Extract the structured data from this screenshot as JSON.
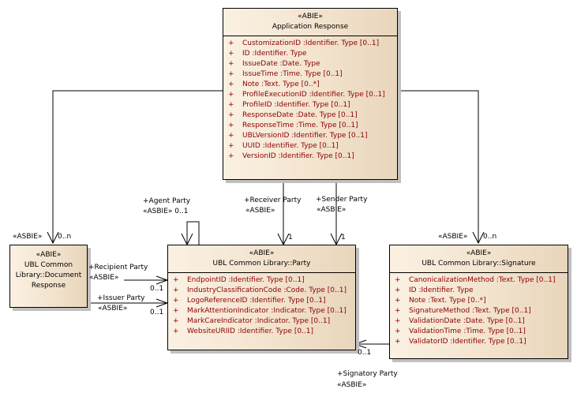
{
  "classes": {
    "application_response": {
      "stereotype": "«ABIE»",
      "name": "Application Response",
      "attributes": [
        {
          "vis": "+",
          "text": "CustomizationID  :Identifier. Type [0..1]"
        },
        {
          "vis": "+",
          "text": "ID  :Identifier. Type"
        },
        {
          "vis": "+",
          "text": "IssueDate  :Date. Type"
        },
        {
          "vis": "+",
          "text": "IssueTime  :Time. Type [0..1]"
        },
        {
          "vis": "+",
          "text": "Note  :Text. Type [0..*]"
        },
        {
          "vis": "+",
          "text": "ProfileExecutionID  :Identifier. Type [0..1]"
        },
        {
          "vis": "+",
          "text": "ProfileID  :Identifier. Type [0..1]"
        },
        {
          "vis": "+",
          "text": "ResponseDate  :Date. Type [0..1]"
        },
        {
          "vis": "+",
          "text": "ResponseTime  :Time. Type [0..1]"
        },
        {
          "vis": "+",
          "text": "UBLVersionID  :Identifier. Type [0..1]"
        },
        {
          "vis": "+",
          "text": "UUID  :Identifier. Type [0..1]"
        },
        {
          "vis": "+",
          "text": "VersionID  :Identifier. Type [0..1]"
        }
      ]
    },
    "document_response": {
      "stereotype": "«ABIE»",
      "name_lines": [
        "UBL Common",
        "Library::Document",
        "Response"
      ]
    },
    "party": {
      "stereotype": "«ABIE»",
      "name": "UBL Common Library::Party",
      "attributes": [
        {
          "vis": "+",
          "text": "EndpointID  :Identifier. Type [0..1]"
        },
        {
          "vis": "+",
          "text": "IndustryClassificationCode  :Code. Type [0..1]"
        },
        {
          "vis": "+",
          "text": "LogoReferenceID  :Identifier. Type [0..1]"
        },
        {
          "vis": "+",
          "text": "MarkAttentionIndicator  :Indicator. Type [0..1]"
        },
        {
          "vis": "+",
          "text": "MarkCareIndicator  :Indicator. Type [0..1]"
        },
        {
          "vis": "+",
          "text": "WebsiteURIID  :Identifier. Type [0..1]"
        }
      ]
    },
    "signature": {
      "stereotype": "«ABIE»",
      "name": "UBL Common Library::Signature",
      "attributes": [
        {
          "vis": "+",
          "text": "CanonicalizationMethod  :Text. Type [0..1]"
        },
        {
          "vis": "+",
          "text": "ID  :Identifier. Type"
        },
        {
          "vis": "+",
          "text": "Note  :Text. Type [0..*]"
        },
        {
          "vis": "+",
          "text": "SignatureMethod  :Text. Type [0..1]"
        },
        {
          "vis": "+",
          "text": "ValidationDate  :Date. Type [0..1]"
        },
        {
          "vis": "+",
          "text": "ValidationTime  :Time. Type [0..1]"
        },
        {
          "vis": "+",
          "text": "ValidatorID  :Identifier. Type [0..1]"
        }
      ]
    }
  },
  "associations": {
    "document_response": {
      "stereotype": "«ASBIE»",
      "multiplicity": "0..n"
    },
    "signature": {
      "stereotype": "«ASBIE»",
      "multiplicity": "0..n"
    },
    "agent_party": {
      "role": "+Agent Party",
      "stereotype_mult": "«ASBIE» 0..1"
    },
    "receiver_party": {
      "role": "+Receiver Party",
      "stereotype": "«ASBIE»",
      "multiplicity": "1"
    },
    "sender_party": {
      "role": "+Sender Party",
      "stereotype": "«ASBIE»",
      "multiplicity": "1"
    },
    "recipient_party": {
      "role": "+Recipient Party",
      "stereotype": "«ASBIE»",
      "multiplicity": "0..1"
    },
    "issuer_party": {
      "role": "+Issuer Party",
      "stereotype": "«ASBIE»",
      "multiplicity": "0..1"
    },
    "signatory_party": {
      "role": "+Signatory Party",
      "stereotype": "«ASBIE»",
      "multiplicity": "0..1"
    }
  }
}
